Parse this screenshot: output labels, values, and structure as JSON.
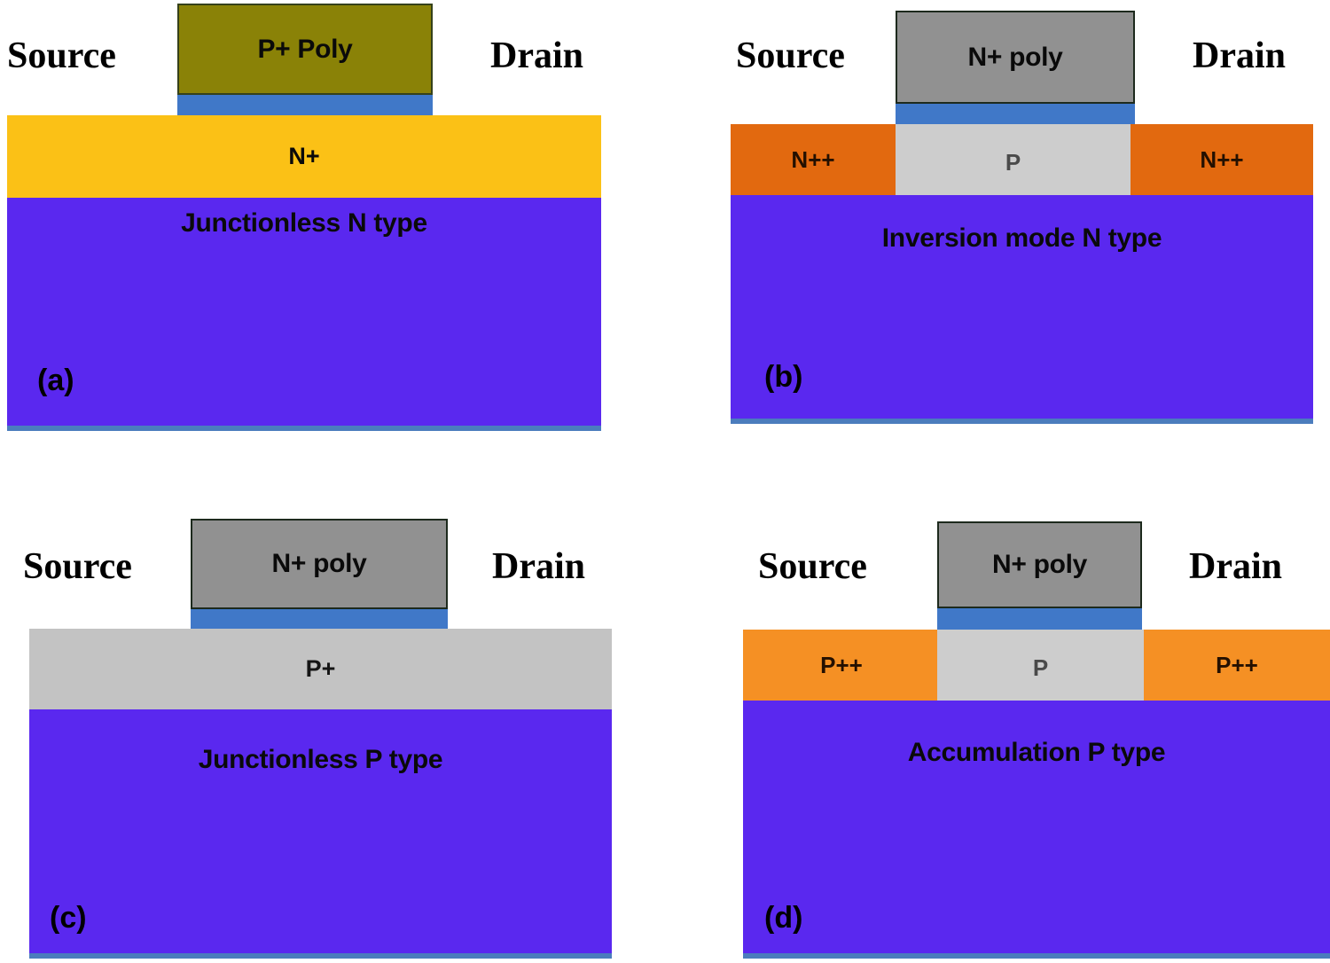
{
  "figure": {
    "type": "diagram",
    "subject": "MOSFET cross-section schematics",
    "panel_count": 4
  },
  "panels": [
    {
      "id": "a",
      "letter": "(a)",
      "source_label": "Source",
      "drain_label": "Drain",
      "gate": {
        "label": "P+ Poly",
        "material": "p-plus-polysilicon",
        "color": "#8a8207"
      },
      "oxide": {
        "name": "gate-oxide",
        "color": "#4078c8"
      },
      "top_layer": {
        "label": "N+",
        "color": "#fbc116"
      },
      "substrate": {
        "label": "Junctionless N type",
        "color": "#5a28ef"
      },
      "regions": []
    },
    {
      "id": "b",
      "letter": "(b)",
      "source_label": "Source",
      "drain_label": "Drain",
      "gate": {
        "label": "N+ poly",
        "material": "n-plus-polysilicon",
        "color": "#919191"
      },
      "oxide": {
        "name": "gate-oxide",
        "color": "#4078c8"
      },
      "top_layer": null,
      "substrate": {
        "label": "Inversion mode N type",
        "color": "#5a28ef"
      },
      "regions": [
        {
          "label": "N++",
          "role": "source-region",
          "color": "#e2690f"
        },
        {
          "label": "P",
          "role": "channel-region",
          "color": "#cdcdcd"
        },
        {
          "label": "N++",
          "role": "drain-region",
          "color": "#e2690f"
        }
      ]
    },
    {
      "id": "c",
      "letter": "(c)",
      "source_label": "Source",
      "drain_label": "Drain",
      "gate": {
        "label": "N+ poly",
        "material": "n-plus-polysilicon",
        "color": "#919191"
      },
      "oxide": {
        "name": "gate-oxide",
        "color": "#4078c8"
      },
      "top_layer": {
        "label": "P+",
        "color": "#c3c3c3"
      },
      "substrate": {
        "label": "Junctionless P type",
        "color": "#5a28ef"
      },
      "regions": []
    },
    {
      "id": "d",
      "letter": "(d)",
      "source_label": "Source",
      "drain_label": "Drain",
      "gate": {
        "label": "N+ poly",
        "material": "n-plus-polysilicon",
        "color": "#919191"
      },
      "oxide": {
        "name": "gate-oxide",
        "color": "#4078c8"
      },
      "top_layer": null,
      "substrate": {
        "label": "Accumulation P type",
        "color": "#5a28ef"
      },
      "regions": [
        {
          "label": "P++",
          "role": "source-region",
          "color": "#f59024"
        },
        {
          "label": "P",
          "role": "channel-region",
          "color": "#cdcdcd"
        },
        {
          "label": "P++",
          "role": "drain-region",
          "color": "#f59024"
        }
      ]
    }
  ]
}
